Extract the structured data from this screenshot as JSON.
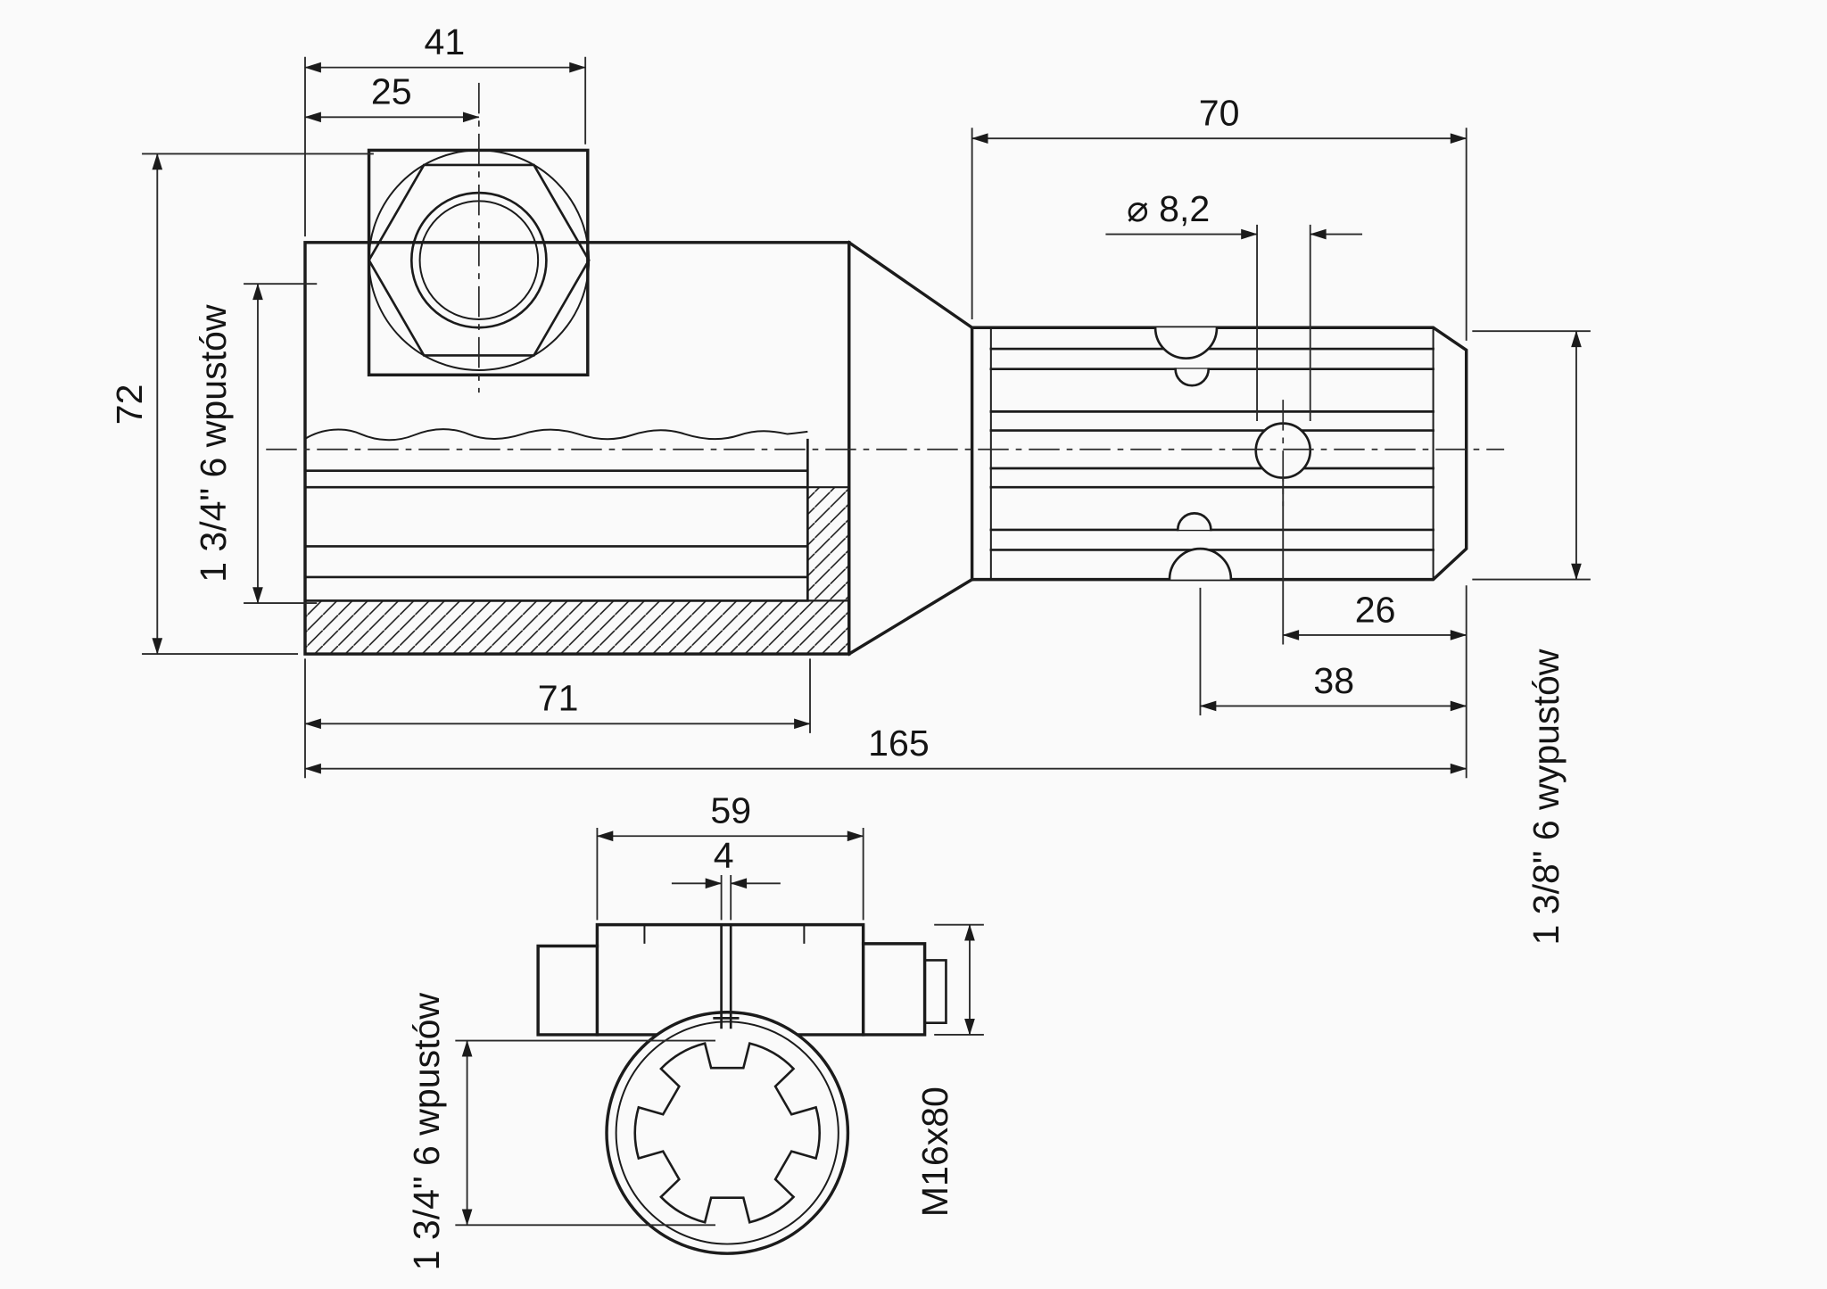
{
  "meta": {
    "background_color": "#fafafa",
    "line_color": "#1b1b1b"
  },
  "side_view": {
    "dims": {
      "clamp_width": "41",
      "bolt_offset": "25",
      "spline_length": "70",
      "hole_diameter": "⌀ 8,2",
      "body_height": "72",
      "socket_spline_label": "1 3/4\" 6 wpustów",
      "hole_to_end": "26",
      "groove_to_end": "38",
      "socket_length": "71",
      "overall_length": "165",
      "shaft_spline_label": "1 3/8\" 6 wypustów"
    }
  },
  "front_view": {
    "dims": {
      "clamp_width": "59",
      "slot_width": "4",
      "socket_spline_label": "1 3/4\" 6 wpustów",
      "bolt_spec": "M16x80"
    }
  }
}
